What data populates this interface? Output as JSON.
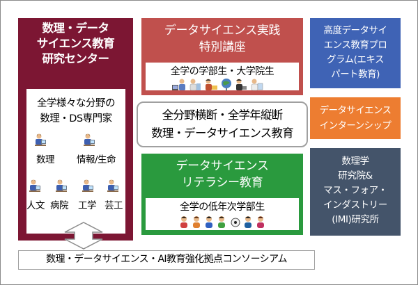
{
  "left_panel": {
    "title_lines": [
      "数理・データ",
      "サイエンス教育",
      "研究センター"
    ],
    "inner_title_lines": [
      "全学様々な分野の",
      "数理・DS専門家"
    ],
    "fields": [
      "数理",
      "情報/生命",
      "人文",
      "病院",
      "工学",
      "芸工"
    ]
  },
  "red_panel": {
    "title_lines": [
      "データサイエンス実践",
      "特別講座"
    ],
    "audience": "全学の学部生・大学院生"
  },
  "cross_box": {
    "lines": [
      "全分野横断・全学年縦断",
      "数理・データサイエンス教育"
    ]
  },
  "green_panel": {
    "title_lines": [
      "データサイエンス",
      "リテラシー教育"
    ],
    "audience": "全学の低年次学部生"
  },
  "right_blocks": {
    "blue_lines": [
      "高度データサイ",
      "エンス教育プロ",
      "グラム(エキス",
      "パート教育)"
    ],
    "orange_lines": [
      "データサイエンス",
      "インターンシップ"
    ],
    "navy_lines": [
      "数理学",
      "研究院&",
      "マス・フォア・",
      "インダストリー",
      "(IMI)研究所"
    ]
  },
  "consortium": "数理・データサイエンス・AI教育強化拠点コンソーシアム",
  "colors": {
    "maroon": "#7c1633",
    "red": "#c0504d",
    "green": "#2a9a3e",
    "blue": "#3f63b5",
    "orange": "#ed7d31",
    "navy": "#44546a"
  },
  "icons": [
    "person-at-computer-icon",
    "student-icon",
    "teacher-icon"
  ]
}
